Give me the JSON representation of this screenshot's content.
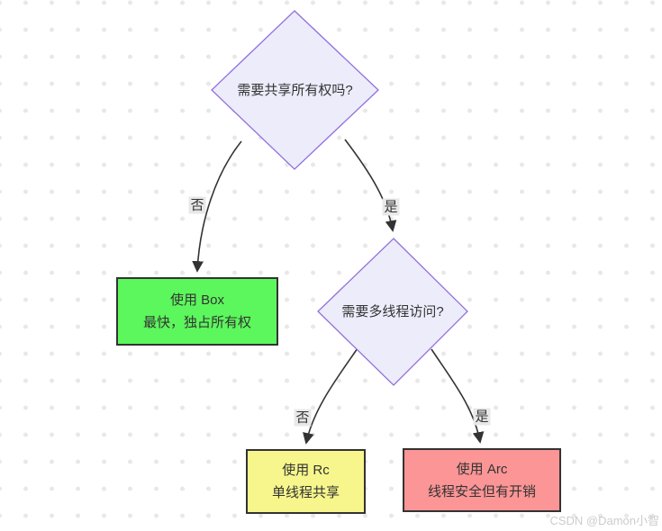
{
  "diagram": {
    "decision1": "需要共享所有权吗?",
    "decision2": "需要多线程访问?",
    "box_node": {
      "line1": "使用 Box",
      "line2": "最快，独占所有权"
    },
    "rc_node": {
      "line1": "使用 Rc",
      "line2": "单线程共享"
    },
    "arc_node": {
      "line1": "使用 Arc",
      "line2": "线程安全但有开销"
    },
    "edge_labels": {
      "no1": "否",
      "yes1": "是",
      "no2": "否",
      "yes2": "是"
    }
  },
  "watermark": "CSDN @Damon小智",
  "colors": {
    "decision-fill": "#ececfb",
    "decision-border": "#9370db",
    "box-fill": "#5cf75c",
    "rc-fill": "#f6f68c",
    "arc-fill": "#fc9595",
    "node-border": "#333333",
    "edge": "#333333",
    "label-bg": "#e8e8e8",
    "text": "#333333",
    "watermark": "#cccccc",
    "dot": "#e8e8e8"
  }
}
